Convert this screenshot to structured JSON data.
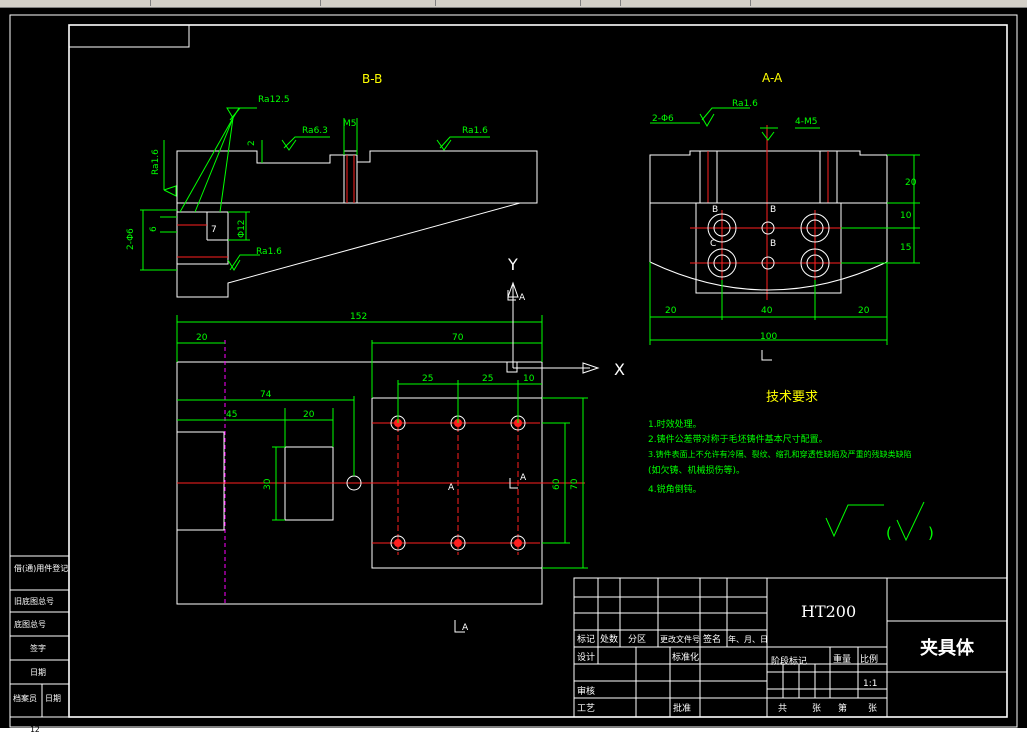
{
  "views": {
    "section_bb": "B-B",
    "section_aa": "A-A",
    "section_marker_a": "A"
  },
  "axes": {
    "y": "Y",
    "x": "X"
  },
  "roughness": {
    "ra125": "Ra12.5",
    "ra63": "Ra6.3",
    "ra16": "Ra1.6"
  },
  "dimensions": {
    "top_view": {
      "overall": "152",
      "left": "20",
      "right": "70",
      "d74": "74",
      "d45": "45",
      "d20": "20",
      "d25a": "25",
      "d25b": "25",
      "d10": "10",
      "d30": "30",
      "d60": "60",
      "d70v": "70"
    },
    "section_aa": {
      "bottom_total": "100",
      "left": "20",
      "middle": "40",
      "right": "20",
      "right_v1": "20",
      "right_v2": "10",
      "right_v3": "15",
      "top_left": "2-Φ6",
      "top_right": "4-M5"
    },
    "section_bb": {
      "m5": "M5",
      "d2": "2",
      "d7": "7",
      "phi12": "Φ12",
      "left_phi": "2-Φ6",
      "d6": "6"
    },
    "hole_labels": {
      "b1": "B",
      "b2": "B",
      "b3": "B",
      "c": "C",
      "a": "A"
    }
  },
  "tech": {
    "title": "技术要求",
    "items": [
      "1.时效处理。",
      "2.铸件公差带对称于毛坯铸件基本尺寸配置。",
      "3.铸件表面上不允许有冷隔、裂纹、缩孔和穿透性缺陷及严重的残缺类缺陷",
      "(如欠铸、机械损伤等)。",
      "4.锐角倒钝。"
    ]
  },
  "finish_symbol": {
    "paren": "(",
    "close": ")"
  },
  "left_table": {
    "rows": [
      "借(通)用件登记",
      "旧底图总号",
      "底图总号",
      "签字",
      "日期",
      "档案员"
    ],
    "last_right": "日期"
  },
  "title_block": {
    "material": "HT200",
    "name": "夹具体",
    "headers": [
      "标记",
      "处数",
      "分区",
      "更改文件号",
      "签名",
      "年、月、日"
    ],
    "design": "设计",
    "standard": "标准化",
    "stage": "阶段标记",
    "weight": "重量",
    "ratio": "比例",
    "scale": "1:1",
    "review": "审核",
    "process": "工艺",
    "approve": "批准",
    "sheets": "共",
    "sheet": "张",
    "page": "第",
    "page_sheet": "张"
  },
  "status_text": "12"
}
